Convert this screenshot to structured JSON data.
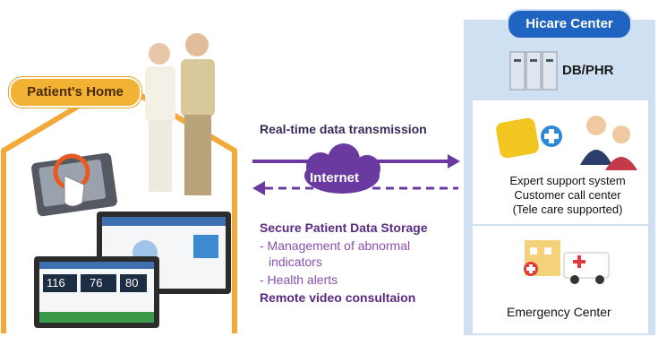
{
  "patient_home": {
    "label": "Patient's Home"
  },
  "center": {
    "title": "Hicare Center",
    "db_label": "DB/PHR",
    "expert_lines": [
      "Expert support system",
      "Customer call center",
      "(Tele care supported)"
    ],
    "emergency_label": "Emergency Center"
  },
  "network": {
    "transmission_label": "Real-time data transmission",
    "internet_label": "Internet"
  },
  "services": {
    "storage": "Secure Patient Data Storage",
    "abnormal_line1": "- Management of abnormal",
    "abnormal_line2": "indicators",
    "alerts": "- Health alerts",
    "video": "Remote video consultaion"
  },
  "device_screen": {
    "values": [
      "116",
      "76",
      "80"
    ]
  },
  "colors": {
    "house_outline": "#f2a93a",
    "center_panel": "#cfe0f2",
    "accent_blue": "#1f64c0",
    "arrow_purple": "#6a3aa0"
  }
}
